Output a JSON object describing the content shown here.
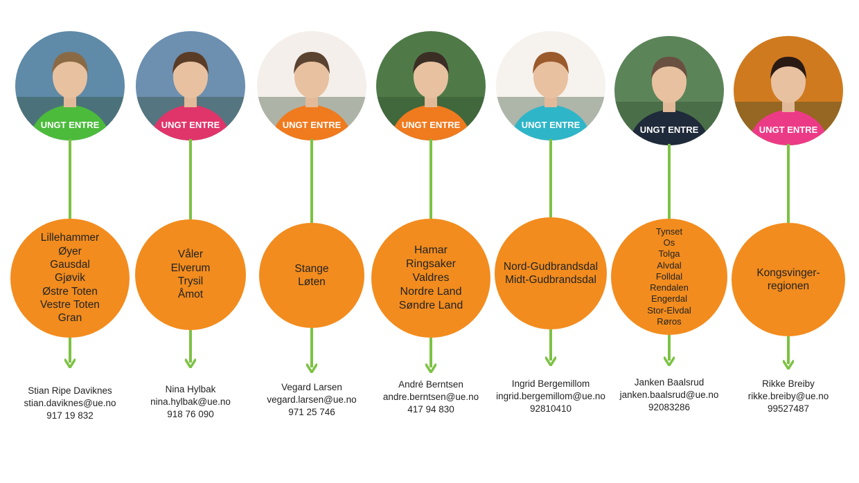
{
  "colors": {
    "circle": "#f28c1e",
    "connector": "#7cc243",
    "text": "#222222"
  },
  "shirt_text": "UNGT ENTRE",
  "people": [
    {
      "regions": [
        "Lillehammer",
        "Øyer",
        "Gausdal",
        "Gjøvik",
        "Østre Toten",
        "Vestre Toten",
        "Gran"
      ],
      "name": "Stian Ripe Daviknes",
      "email": "stian.daviknes@ue.no",
      "phone": "917 19 832",
      "shirt_color": "#4cbb3c",
      "photo_bg": "#5f8aa8",
      "hair_color": "#8a6a45",
      "icon": "person-photo-icon"
    },
    {
      "regions": [
        "Våler",
        "Elverum",
        "Trysil",
        "Åmot"
      ],
      "name": "Nina Hylbak",
      "email": "nina.hylbak@ue.no",
      "phone": "918 76 090",
      "shirt_color": "#e0356a",
      "photo_bg": "#6d8fb0",
      "hair_color": "#5a3c26",
      "icon": "person-photo-icon"
    },
    {
      "regions": [
        "Stange",
        "Løten"
      ],
      "name": "Vegard Larsen",
      "email": "vegard.larsen@ue.no",
      "phone": "971 25 746",
      "shirt_color": "#f07a1e",
      "photo_bg": "#f4efea",
      "hair_color": "#5a4330",
      "icon": "person-photo-icon"
    },
    {
      "regions": [
        "Hamar",
        "Ringsaker",
        "Valdres",
        "Nordre Land",
        "Søndre Land"
      ],
      "name": "André Berntsen",
      "email": "andre.berntsen@ue.no",
      "phone": "417 94 830",
      "shirt_color": "#f07a1e",
      "photo_bg": "#4f7a48",
      "hair_color": "#3b2e25",
      "icon": "person-photo-icon"
    },
    {
      "regions": [
        "Nord-Gudbrandsdal",
        "Midt-Gudbrandsdal"
      ],
      "name": "Ingrid Bergemillom",
      "email": "ingrid.bergemillom@ue.no",
      "phone": "92810410",
      "shirt_color": "#2fb5c8",
      "photo_bg": "#f6f2ee",
      "hair_color": "#9a5a2c",
      "icon": "person-photo-icon"
    },
    {
      "regions": [
        "Tynset",
        "Os",
        "Tolga",
        "Alvdal",
        "Folldal",
        "Rendalen",
        "Engerdal",
        "Stor-Elvdal",
        "Røros"
      ],
      "name": "Janken Baalsrud",
      "email": "janken.baalsrud@ue.no",
      "phone": "92083286",
      "shirt_color": "#1f2a3a",
      "photo_bg": "#5c8459",
      "hair_color": "#6a5040",
      "icon": "person-photo-icon"
    },
    {
      "regions": [
        "Kongsvinger-",
        "regionen"
      ],
      "name": "Rikke Breiby",
      "email": "rikke.breiby@ue.no",
      "phone": "99527487",
      "shirt_color": "#ec3b86",
      "photo_bg": "#d07a1f",
      "hair_color": "#2a1a14",
      "icon": "person-photo-icon"
    }
  ]
}
